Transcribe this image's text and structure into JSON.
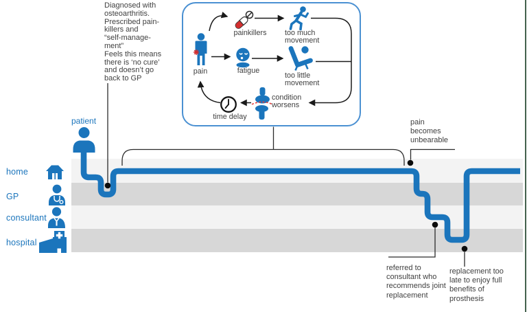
{
  "colors": {
    "accent_blue": "#1b75bc",
    "box_border_blue": "#4a90d2",
    "lane_light": "#f3f3f3",
    "lane_dark": "#d7d7d7",
    "text_dark": "#3f3f3f",
    "alert_red": "#d32f2f",
    "line_black": "#1a1a1a",
    "edge_line_green": "#43614d"
  },
  "labels": {
    "patient": "patient"
  },
  "lanes": [
    {
      "label": "home"
    },
    {
      "label": "GP"
    },
    {
      "label": "consultant"
    },
    {
      "label": "hospital"
    }
  ],
  "cycle": {
    "pain": "pain",
    "painkillers": "painkillers",
    "too_much_movement": "too much\nmovement",
    "fatigue": "fatigue",
    "too_little_movement": "too little\nmovement",
    "condition_worsens": "condition\nworsens",
    "time_delay": "time delay"
  },
  "annotations": {
    "diagnosis": "Diagnosed with\nosteoarthritis.\nPrescribed pain-\nkillers and\n“self-manage-\nment”\nFeels this means\nthere is ‘no cure’\nand doesn’t go\nback to GP",
    "pain_unbearable": "pain\nbecomes\nunbearable",
    "referred": "referred to\nconsultant who\nrecommends joint\nreplacement",
    "replacement_late": "replacement too\nlate to enjoy full\nbenefits of\nprosthesis"
  },
  "icons": {
    "patient": "person-bust",
    "home": "house",
    "gp": "doctor-with-stethoscope",
    "consultant": "person-with-tie",
    "hospital": "building-with-cross",
    "pain": "standing-person-with-pain-burst",
    "painkillers": "capsule-and-tablet",
    "too_much_movement": "running-person",
    "fatigue": "tired-face",
    "too_little_movement": "person-in-recliner",
    "condition_worsens": "knee-joint",
    "time_delay": "clock"
  }
}
